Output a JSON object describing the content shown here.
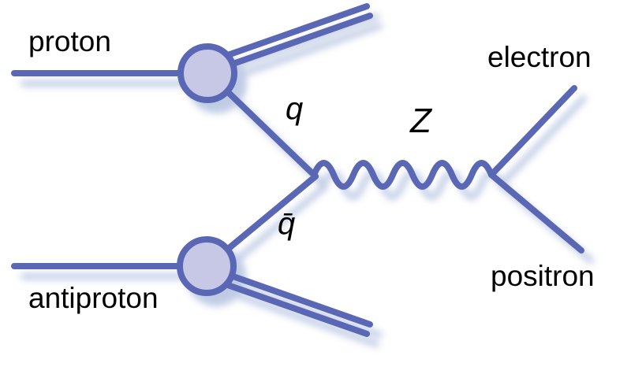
{
  "labels": {
    "proton": "proton",
    "antiproton": "antiproton",
    "electron": "electron",
    "positron": "positron",
    "quark": "q",
    "antiquark": "q̄",
    "z_boson": "Z"
  },
  "colors": {
    "line": "#5a67b5",
    "vertex_fill": "#c6c8e6",
    "shadow": "#b9c6e2",
    "text": "#000000",
    "background": "#ffffff"
  }
}
